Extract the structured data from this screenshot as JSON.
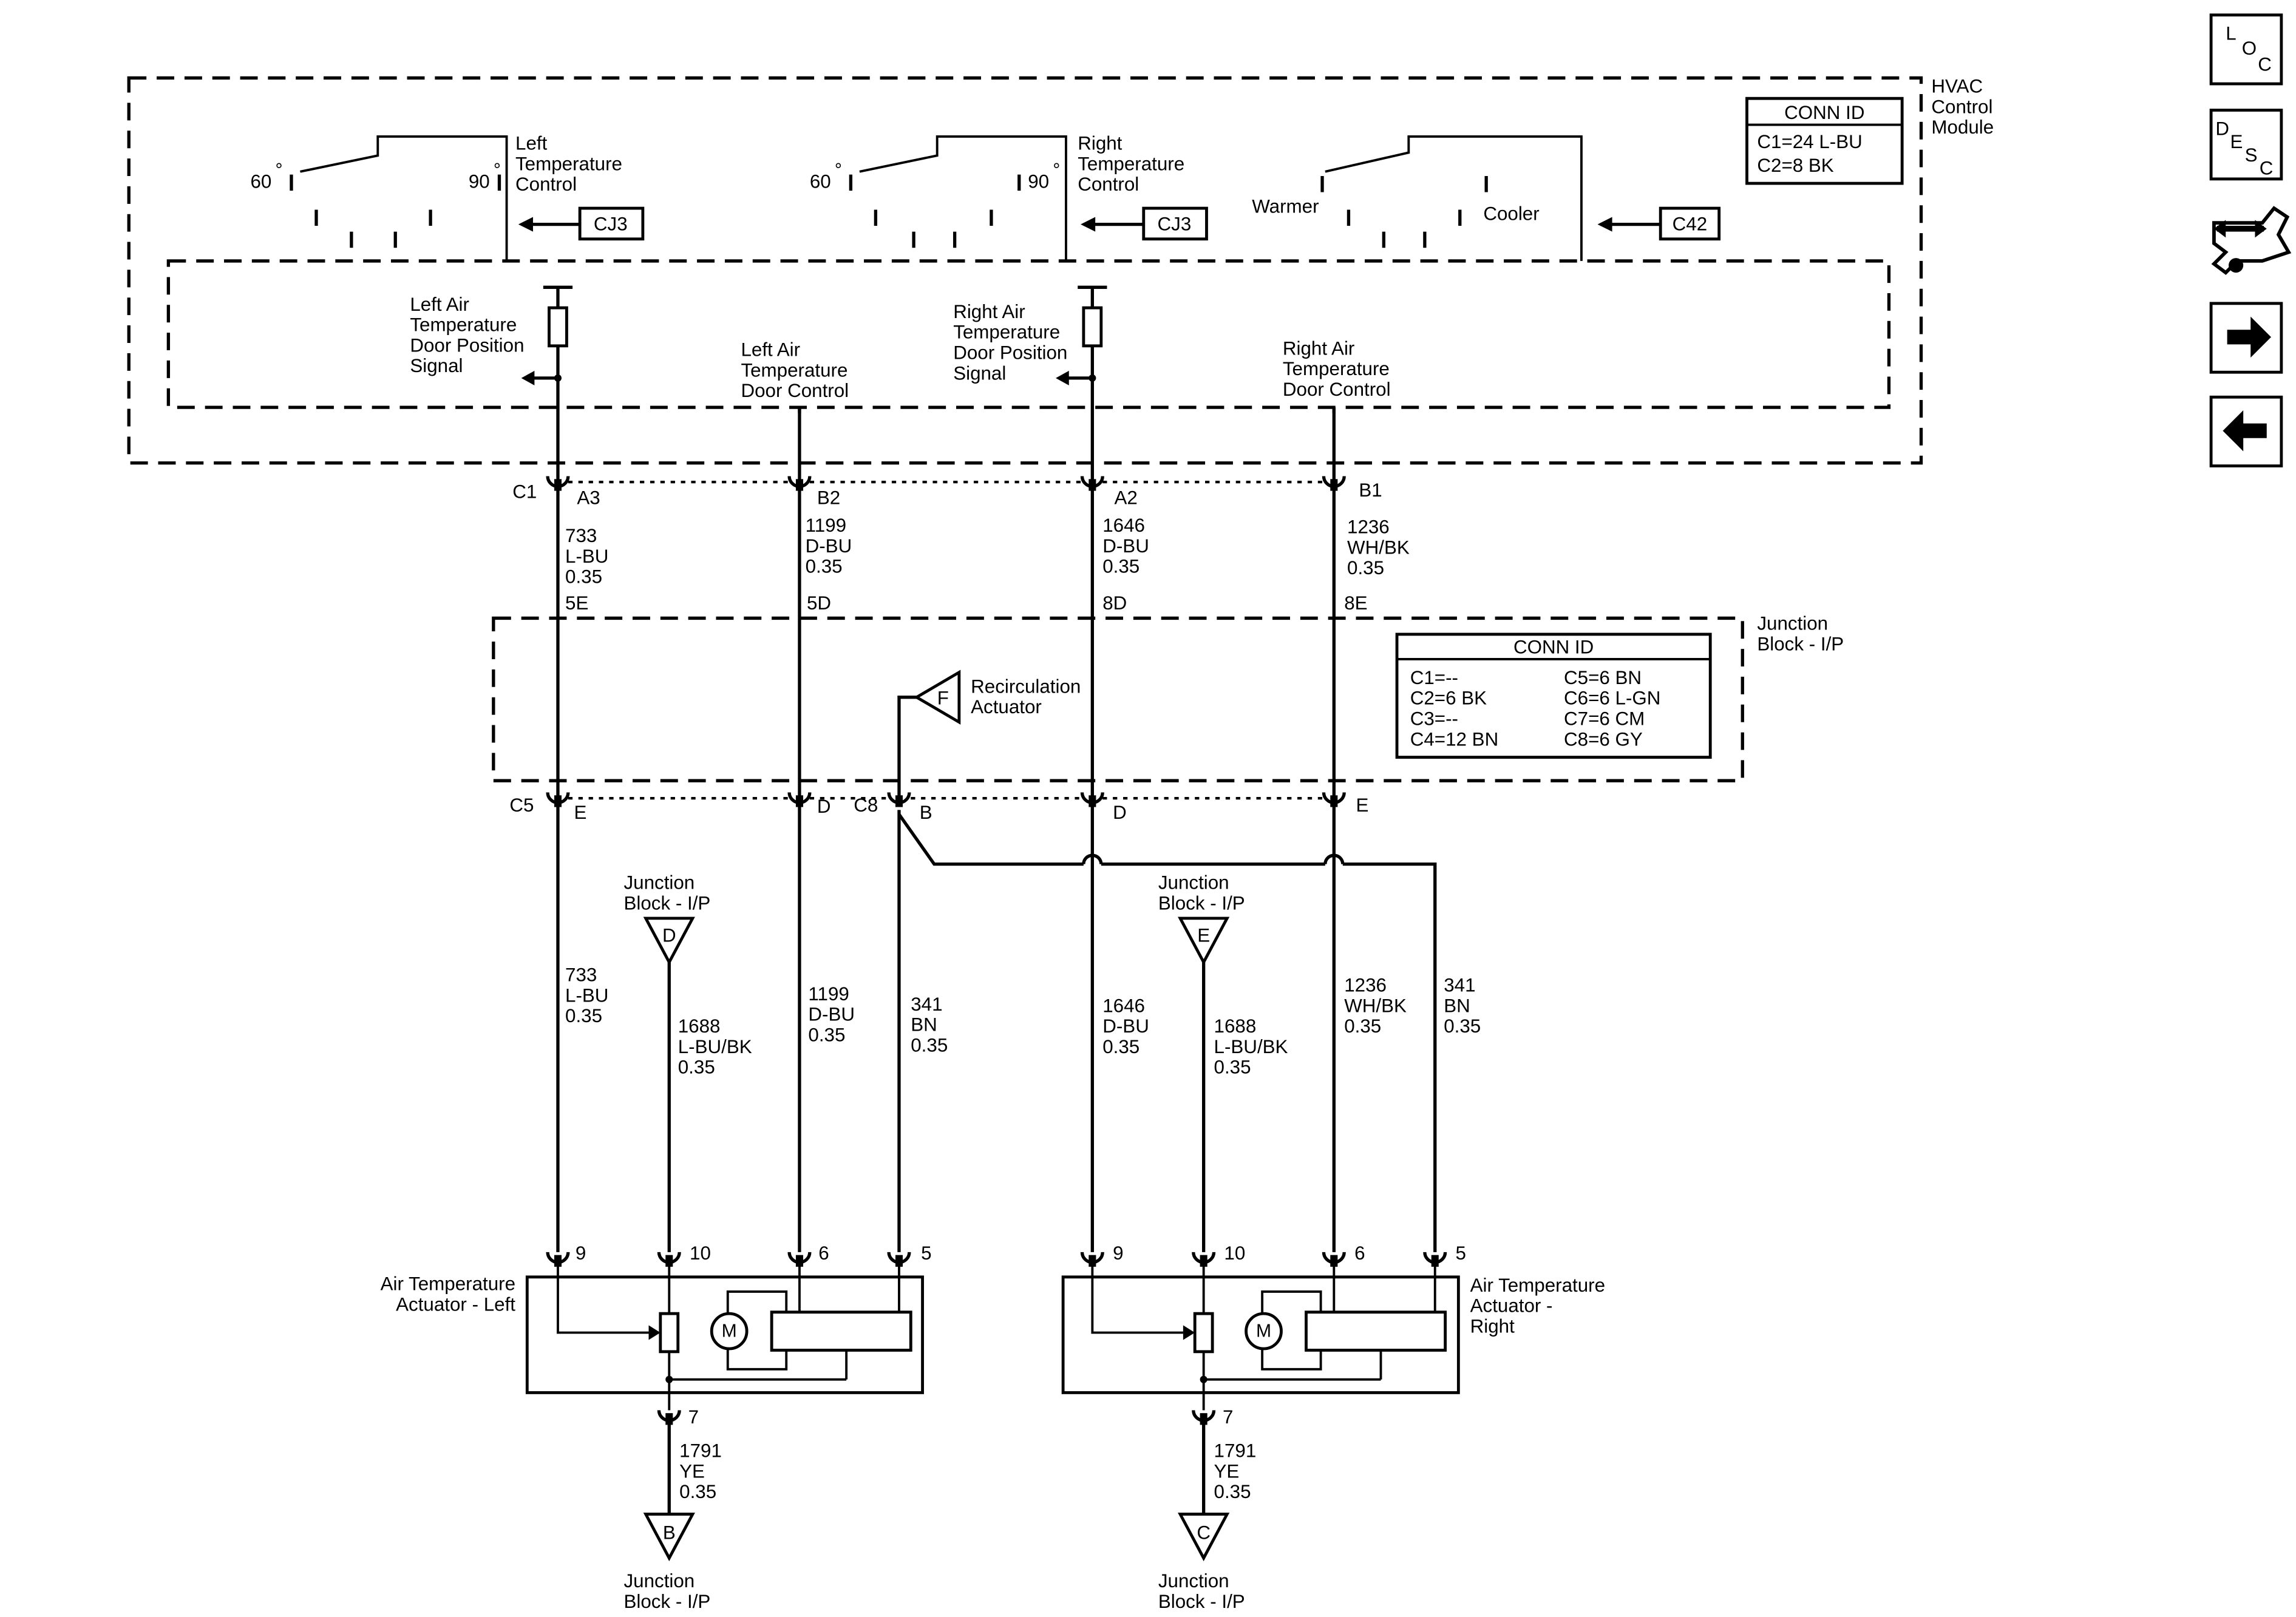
{
  "hvac_module": {
    "label": [
      "HVAC",
      "Control",
      "Module"
    ],
    "conn_id_title": "CONN ID",
    "conn_id_rows": [
      "C1=24 L-BU",
      "C2=8 BK"
    ]
  },
  "controls": {
    "left": {
      "low": "60",
      "high": "90",
      "label": [
        "Left",
        "Temperature",
        "Control"
      ],
      "ref": "CJ3"
    },
    "right": {
      "low": "60",
      "high": "90",
      "label": [
        "Right",
        "Temperature",
        "Control"
      ],
      "ref": "CJ3"
    },
    "mode": {
      "warm": "Warmer",
      "cool": "Cooler",
      "ref": "C42"
    }
  },
  "signals": {
    "left_pos": [
      "Left Air",
      "Temperature",
      "Door Position",
      "Signal"
    ],
    "left_ctrl": [
      "Left Air",
      "Temperature",
      "Door Control"
    ],
    "right_pos": [
      "Right Air",
      "Temperature",
      "Door Position",
      "Signal"
    ],
    "right_ctrl": [
      "Right Air",
      "Temperature",
      "Door Control"
    ]
  },
  "top_connector": {
    "name": "C1",
    "pins": [
      "A3",
      "B2",
      "A2",
      "B1"
    ],
    "wires": [
      [
        "733",
        "L-BU",
        "0.35"
      ],
      [
        "1199",
        "D-BU",
        "0.35"
      ],
      [
        "1646",
        "D-BU",
        "0.35"
      ],
      [
        "1236",
        "WH/BK",
        "0.35"
      ]
    ],
    "splices": [
      "5E",
      "5D",
      "8D",
      "8E"
    ]
  },
  "junction_block": {
    "label": [
      "Junction",
      "Block - I/P"
    ],
    "conn_id_title": "CONN ID",
    "conn_id_left": [
      "C1=--",
      "C2=6 BK",
      "C3=--",
      "C4=12 BN"
    ],
    "conn_id_right": [
      "C5=6 BN",
      "C6=6 L-GN",
      "C7=6 CM",
      "C8=6 GY"
    ],
    "recirc_ref": "F",
    "recirc_label": [
      "Recirculation",
      "Actuator"
    ]
  },
  "bottom_connector": {
    "c5": "C5",
    "c8": "C8",
    "pins": [
      "E",
      "D",
      "B",
      "D",
      "E"
    ]
  },
  "lower_wires": {
    "w733": [
      "733",
      "L-BU",
      "0.35"
    ],
    "w1688a": [
      "1688",
      "L-BU/BK",
      "0.35"
    ],
    "w1199": [
      "1199",
      "D-BU",
      "0.35"
    ],
    "w341a": [
      "341",
      "BN",
      "0.35"
    ],
    "w1646": [
      "1646",
      "D-BU",
      "0.35"
    ],
    "w1688b": [
      "1688",
      "L-BU/BK",
      "0.35"
    ],
    "w1236": [
      "1236",
      "WH/BK",
      "0.35"
    ],
    "w341b": [
      "341",
      "BN",
      "0.35"
    ]
  },
  "junction_refs": {
    "d": {
      "letter": "D",
      "label": [
        "Junction",
        "Block - I/P"
      ]
    },
    "e": {
      "letter": "E",
      "label": [
        "Junction",
        "Block - I/P"
      ]
    },
    "b": {
      "letter": "B",
      "label": [
        "Junction",
        "Block - I/P"
      ]
    },
    "c": {
      "letter": "C",
      "label": [
        "Junction",
        "Block - I/P"
      ]
    }
  },
  "actuators": {
    "left": {
      "label": [
        "Air Temperature",
        "Actuator - Left"
      ],
      "pins": [
        "9",
        "10",
        "6",
        "5"
      ],
      "ground_pin": "7",
      "motor": "M",
      "ground_wire": [
        "1791",
        "YE",
        "0.35"
      ]
    },
    "right": {
      "label": [
        "Air Temperature",
        "Actuator -",
        "Right"
      ],
      "pins": [
        "9",
        "10",
        "6",
        "5"
      ],
      "ground_pin": "7",
      "motor": "M",
      "ground_wire": [
        "1791",
        "YE",
        "0.35"
      ]
    }
  },
  "nav": {
    "loc": [
      "L",
      "O",
      "C"
    ],
    "desc": [
      "D",
      "E",
      "S",
      "C"
    ],
    "connector_icon": "connector-tool-icon",
    "next_icon": "arrow-right-icon",
    "prev_icon": "arrow-left-icon"
  }
}
